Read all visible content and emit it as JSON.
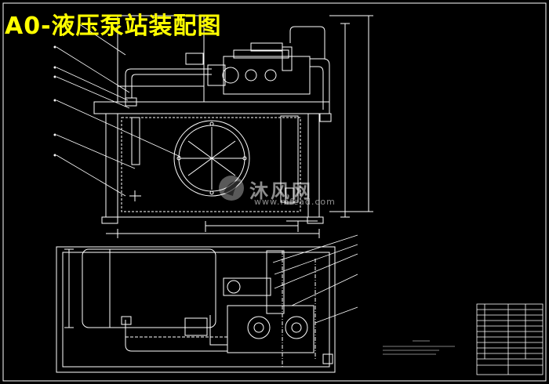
{
  "drawing": {
    "title": "A0-液压泵站装配图",
    "colors": {
      "background": "#000000",
      "lines": "#ffffff",
      "title": "#ffff00",
      "hidden": "#ffff00"
    }
  },
  "watermark": {
    "text": "沐风网",
    "url": "www.mfcad.com",
    "icon": "mfcad-logo-icon"
  }
}
